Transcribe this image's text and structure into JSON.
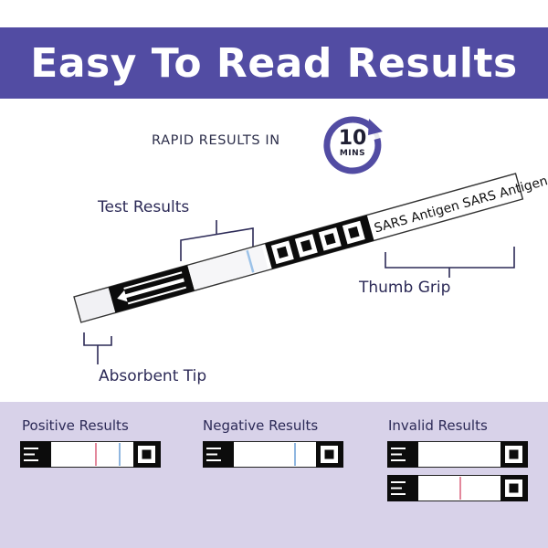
{
  "header": {
    "title": "Easy To Read Results"
  },
  "rapid": {
    "label": "RAPID RESULTS IN",
    "timer_value": "10",
    "timer_unit": "MINS"
  },
  "strip": {
    "grip_text": "SARS Antigen SARS Antigen SARS Antigen"
  },
  "callouts": {
    "test_results": "Test Results",
    "thumb_grip": "Thumb Grip",
    "absorbent_tip": "Absorbent Tip"
  },
  "results": {
    "positive": "Positive Results",
    "negative": "Negative Results",
    "invalid": "Invalid Results"
  },
  "colors": {
    "brand": "#524ca3",
    "panel": "#d8d2e9",
    "test_line": "#e3889c",
    "control_line": "#8fb6e0",
    "ink": "#2c2a57"
  },
  "icons": [
    "clock-arrow-icon",
    "arrow-icon",
    "qr-marker-icon"
  ]
}
